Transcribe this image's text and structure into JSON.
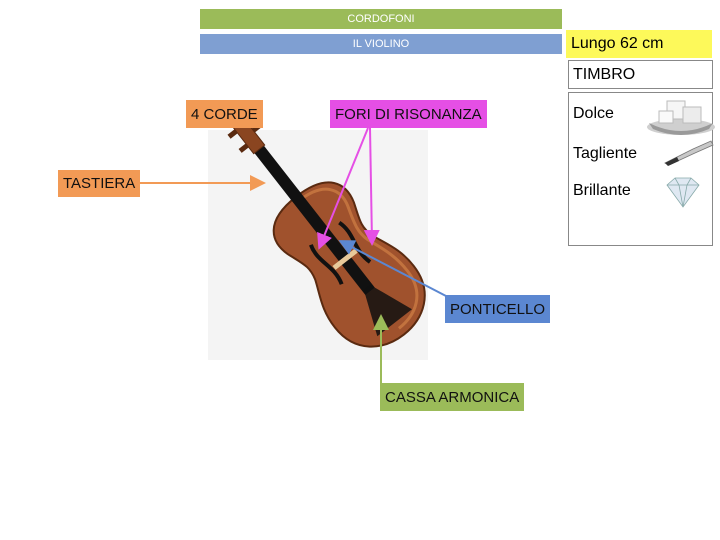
{
  "header": {
    "section_title": "CORDOFONI",
    "instrument_title": "IL VIOLINO"
  },
  "length_note": "Lungo 62 cm",
  "timbre": {
    "heading": "TIMBRO",
    "items": [
      {
        "label": "Dolce",
        "icon": "sugar-cubes-icon"
      },
      {
        "label": "Tagliente",
        "icon": "knife-icon"
      },
      {
        "label": "Brillante",
        "icon": "diamond-icon"
      }
    ]
  },
  "labels": {
    "strings": "4 CORDE",
    "sound_holes": "FORI DI RISONANZA",
    "fingerboard": "TASTIERA",
    "bridge": "PONTICELLO",
    "body": "CASSA ARMONICA"
  },
  "colors": {
    "green": "#9bbb59",
    "blue": "#7f9fd2",
    "orange": "#f29a55",
    "magenta": "#e54fe5",
    "yellow": "#fdf95a",
    "violin": "#a0522d"
  }
}
